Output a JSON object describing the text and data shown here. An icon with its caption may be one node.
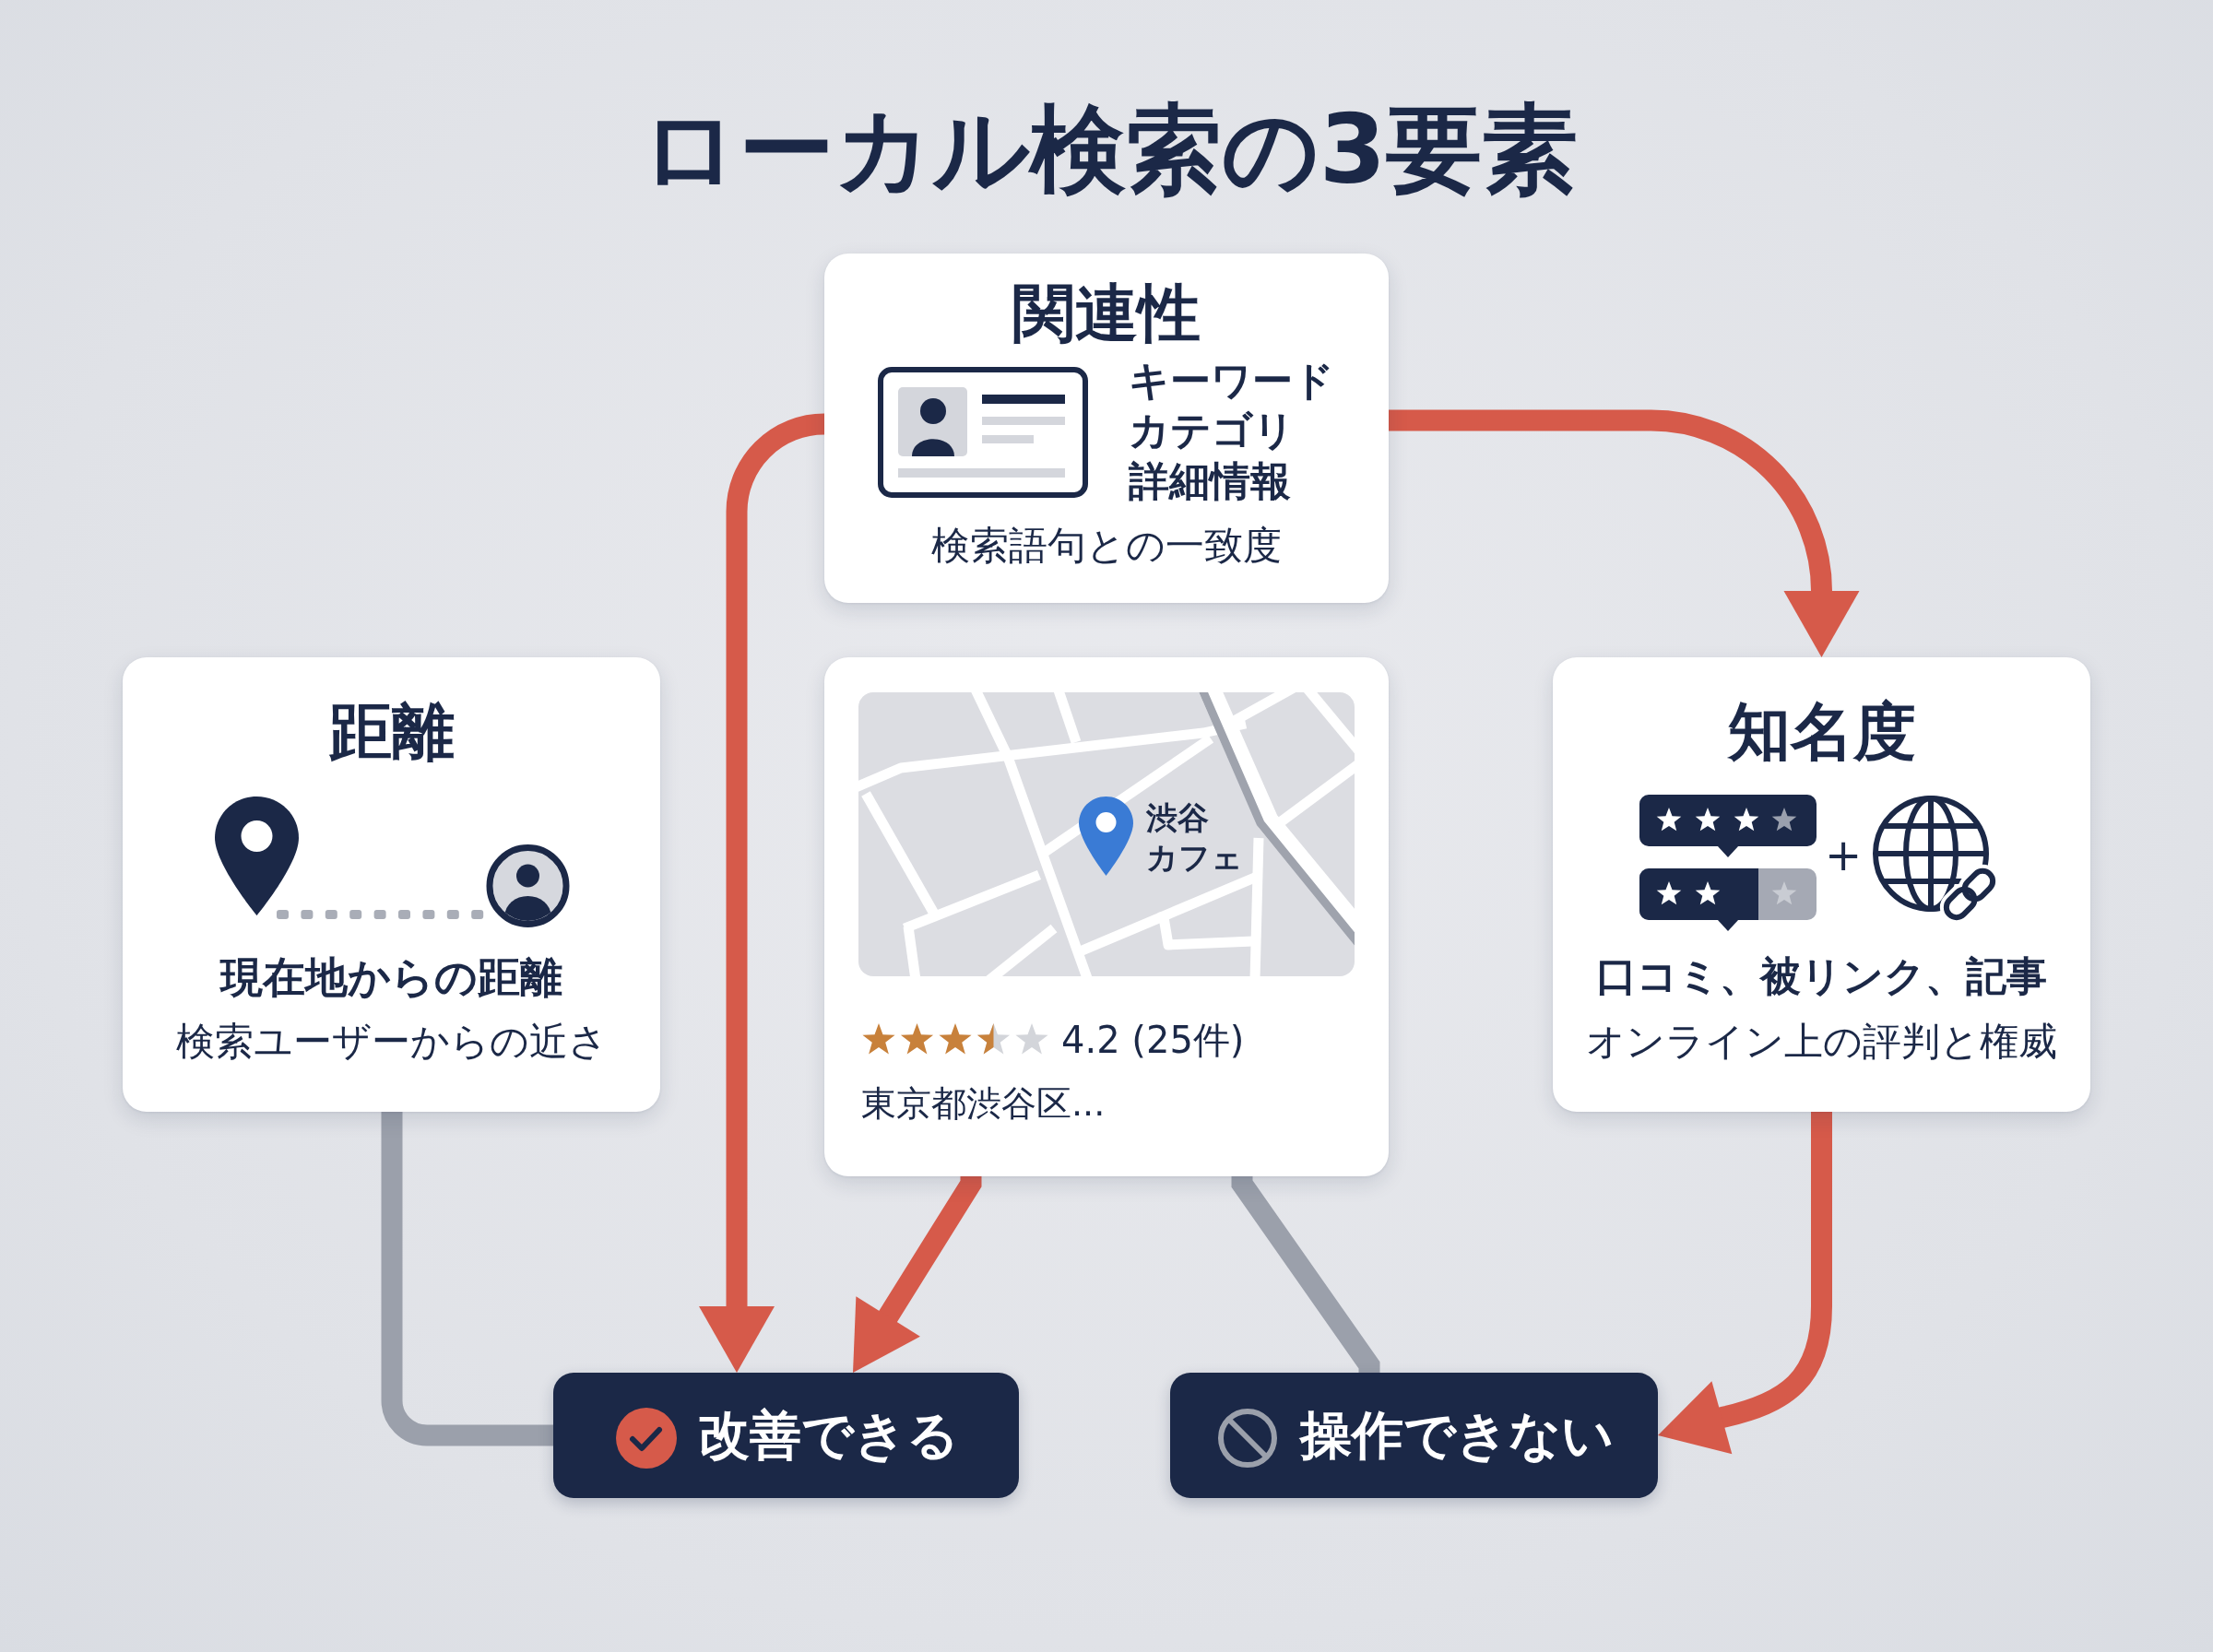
{
  "diagram": {
    "title": "ローカル検索の3要素",
    "nodes": [
      {
        "text": [
          "関連性",
          "キーワード",
          "カテゴリ",
          "詳細情報",
          "検索語句との一致度"
        ]
      },
      {
        "text": [
          "距離",
          "現在地からの距離",
          "検索ユーザーからの近さ"
        ]
      },
      {
        "text": [
          "渋谷カフェ",
          "4.2 (25件)",
          "東京都渋谷区..."
        ]
      },
      {
        "text": [
          "知名度",
          "+",
          "口コミ、被リンク、記事",
          "オンライン上の評判と権威"
        ]
      },
      {
        "text": [
          "改善できる"
        ]
      },
      {
        "text": [
          "操作できない"
        ]
      }
    ],
    "edges": [
      {
        "from": 0,
        "to": 3,
        "arrow": "to"
      },
      {
        "from": 0,
        "to": 4,
        "arrow": "to"
      },
      {
        "from": 2,
        "to": 4,
        "arrow": "to"
      },
      {
        "from": 3,
        "to": 5,
        "arrow": "to"
      },
      {
        "from": 1,
        "to": 4,
        "arrow": "none",
        "color": "#9ba0ab"
      },
      {
        "from": 2,
        "to": 5,
        "arrow": "none",
        "color": "#9ba0ab"
      }
    ]
  }
}
